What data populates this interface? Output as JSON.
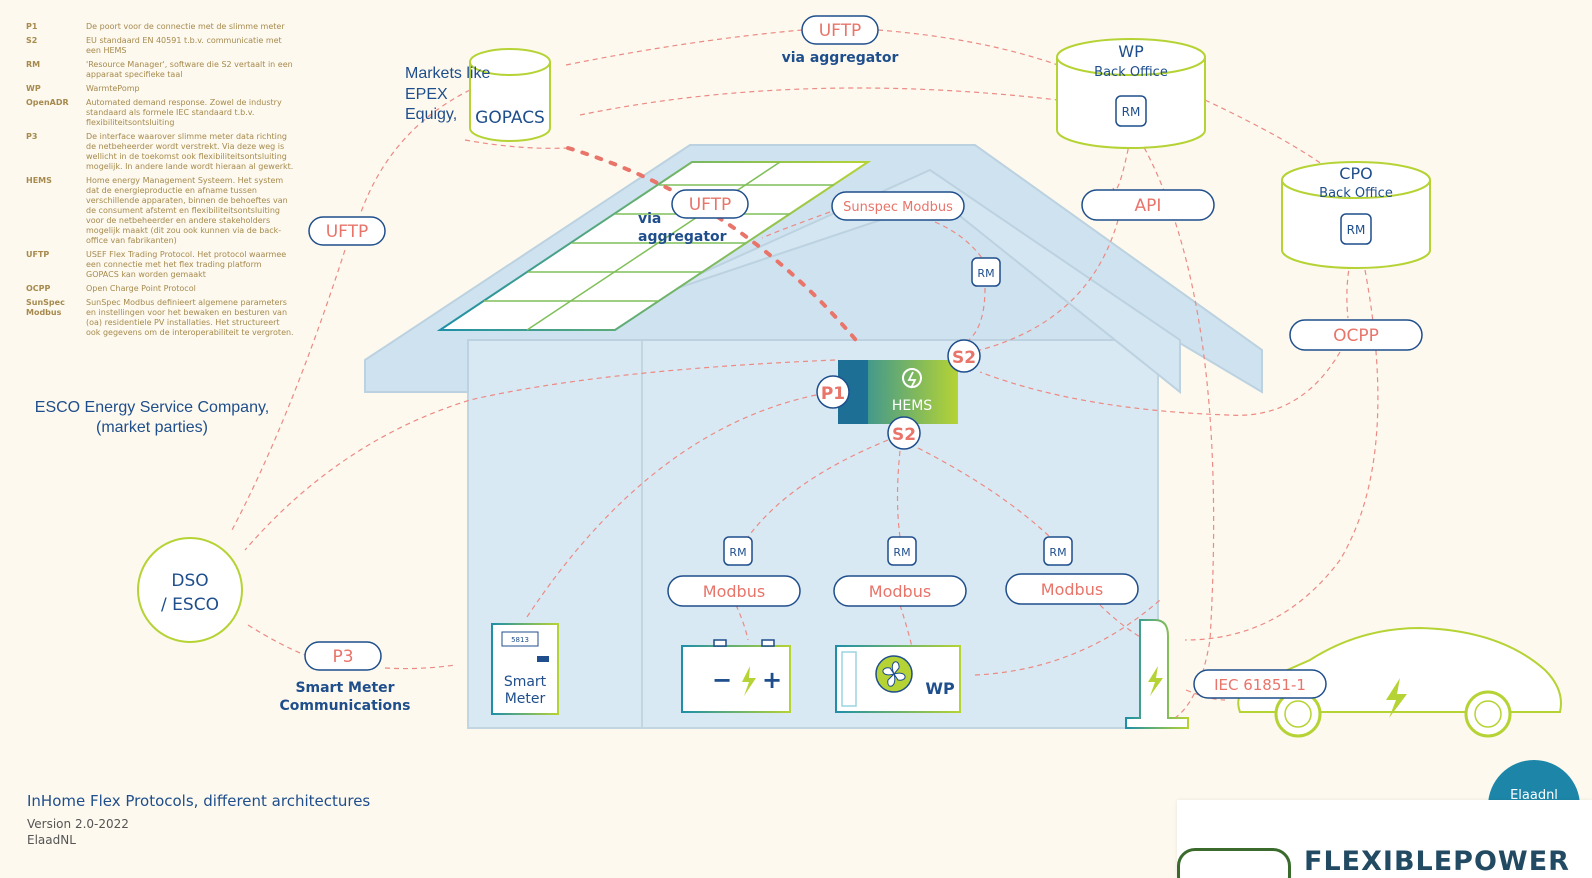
{
  "glossary": [
    {
      "term": "P1",
      "definition": "De poort voor de connectie met de slimme meter"
    },
    {
      "term": "S2",
      "definition": "EU standaard EN 40591 t.b.v. communicatie met een HEMS"
    },
    {
      "term": "RM",
      "definition": "'Resource Manager', software die S2 vertaalt in een apparaat specifieke taal"
    },
    {
      "term": "WP",
      "definition": "WarmtePomp"
    },
    {
      "term": "OpenADR",
      "definition": "Automated demand response. Zowel de industry standaard als formele IEC standaard t.b.v. flexibiliteitsontsluiting"
    },
    {
      "term": "P3",
      "definition": "De interface waarover slimme meter data richting de netbeheerder wordt verstrekt. Via deze weg is wellicht in de toekomst ook flexibiliteitsontsluiting mogelijk. In andere lande wordt hieraan al gewerkt."
    },
    {
      "term": "HEMS",
      "definition": "Home energy Management Systeem. Het system dat de energieproductie en afname tussen verschillende apparaten, binnen de behoeftes van de consument afstemt en flexibiliteitsontsluiting voor de netbeheerder en andere stakeholders mogelijk maakt (dit zou ook kunnen via de back-office van fabrikanten)"
    },
    {
      "term": "UFTP",
      "definition": "USEF Flex Trading Protocol. Het protocol waarmee een connectie met het flex trading platform GOPACS kan worden gemaakt"
    },
    {
      "term": "OCPP",
      "definition": "Open Charge Point Protocol"
    },
    {
      "term": "SunSpec Modbus",
      "definition": "SunSpec Modbus definieert algemene parameters en instellingen voor het bewaken en besturen van (oa) residentiele PV installaties. Het structureert ook gegevens om de interoperabiliteit te vergroten."
    }
  ],
  "esco_caption": {
    "line1": "ESCO Energy Service Company,",
    "line2": "(market parties)"
  },
  "markets_caption": {
    "line1": "Markets like",
    "line2": "EPEX",
    "line3": "Equigy,"
  },
  "nodes": {
    "gopacs": "GOPACS",
    "wp_backoffice": {
      "line1": "WP",
      "line2": "Back Office",
      "rm": "RM"
    },
    "cpo_backoffice": {
      "line1": "CPO",
      "line2": "Back Office",
      "rm": "RM"
    },
    "dso": {
      "line1": "DSO",
      "line2": "/ ESCO"
    },
    "hems": "HEMS",
    "smart_meter": {
      "code": "5813",
      "line1": "Smart",
      "line2": "Meter"
    },
    "heatpump_label": "WP",
    "battery_minus": "−",
    "battery_plus": "+"
  },
  "protocols": {
    "uftp_top": "UFTP",
    "uftp_top_sub": "via aggregator",
    "uftp_left": "UFTP",
    "uftp_roof": "UFTP",
    "uftp_roof_sub1": "via",
    "uftp_roof_sub2": "aggregator",
    "sunspec": "Sunspec Modbus",
    "api": "API",
    "ocpp": "OCPP",
    "p1": "P1",
    "s2_top": "S2",
    "s2_bottom": "S2",
    "rm_sunspec": "RM",
    "rm_battery": "RM",
    "rm_heatpump": "RM",
    "rm_charger": "RM",
    "modbus_battery": "Modbus",
    "modbus_heatpump": "Modbus",
    "modbus_charger": "Modbus",
    "p3": "P3",
    "p3_sub1": "Smart Meter",
    "p3_sub2": "Communications",
    "iec": "IEC 61851-1"
  },
  "footer": {
    "title": "InHome Flex Protocols, different architectures",
    "version": "Version 2.0-2022",
    "org": "ElaadNL"
  },
  "logos": {
    "elaad": "Elaadnl",
    "flexiblepower": "FLEXIBLEPOWER"
  },
  "colors": {
    "navy": "#1f4e8c",
    "salmon": "#e8746a",
    "house": "#d9e9f3",
    "green": "#a4c639",
    "teal": "#1d86a8",
    "background": "#fdf9ee"
  }
}
